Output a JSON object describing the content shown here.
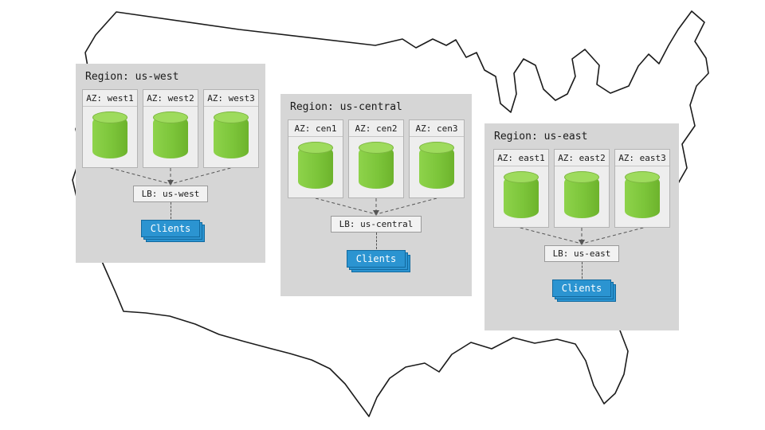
{
  "map": {
    "name": "us-map-outline",
    "outline_color": "#1b1b1b",
    "fill_color": "#ffffff"
  },
  "colors": {
    "region_background": "#d6d6d6",
    "az_background": "#eeeeee",
    "cylinder_green": "#7cc53a",
    "cylinder_top_green": "#9edb5d",
    "clients_blue": "#2b94d1",
    "clients_border_blue": "#126a9f",
    "dashed_line": "#555555"
  },
  "icons": {
    "database": "database-cylinder-icon"
  },
  "regions": [
    {
      "title": "Region: us-west",
      "azs": [
        "AZ: west1",
        "AZ: west2",
        "AZ: west3"
      ],
      "lb": "LB: us-west",
      "clients": "Clients"
    },
    {
      "title": "Region: us-central",
      "azs": [
        "AZ: cen1",
        "AZ: cen2",
        "AZ: cen3"
      ],
      "lb": "LB: us-central",
      "clients": "Clients"
    },
    {
      "title": "Region: us-east",
      "azs": [
        "AZ: east1",
        "AZ: east2",
        "AZ: east3"
      ],
      "lb": "LB: us-east",
      "clients": "Clients"
    }
  ]
}
